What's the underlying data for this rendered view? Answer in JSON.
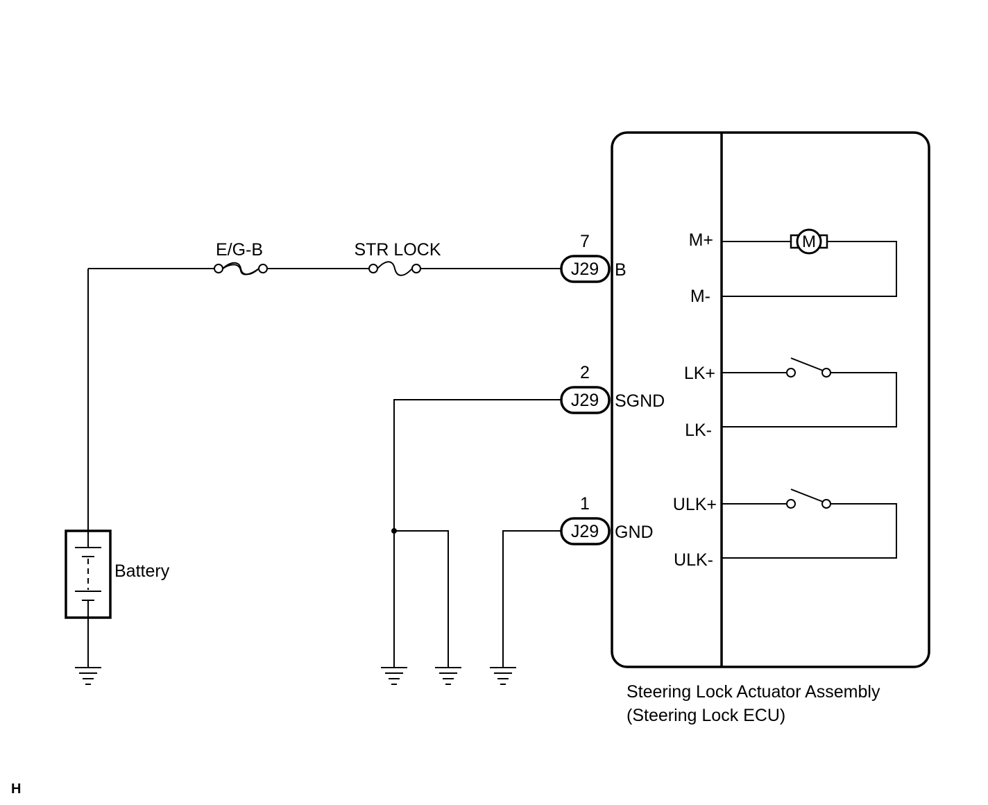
{
  "corner_mark": "H",
  "battery": {
    "label": "Battery"
  },
  "fuses": [
    {
      "label": "E/G-B"
    },
    {
      "label": "STR LOCK"
    }
  ],
  "connectors": [
    {
      "pin": "7",
      "code": "J29",
      "terminal": "B"
    },
    {
      "pin": "2",
      "code": "J29",
      "terminal": "SGND"
    },
    {
      "pin": "1",
      "code": "J29",
      "terminal": "GND"
    }
  ],
  "ecu": {
    "name_line1": "Steering Lock Actuator Assembly",
    "name_line2": "(Steering Lock ECU)",
    "terminals": [
      "M+",
      "M-",
      "LK+",
      "LK-",
      "ULK+",
      "ULK-"
    ],
    "motor_symbol": "M"
  }
}
